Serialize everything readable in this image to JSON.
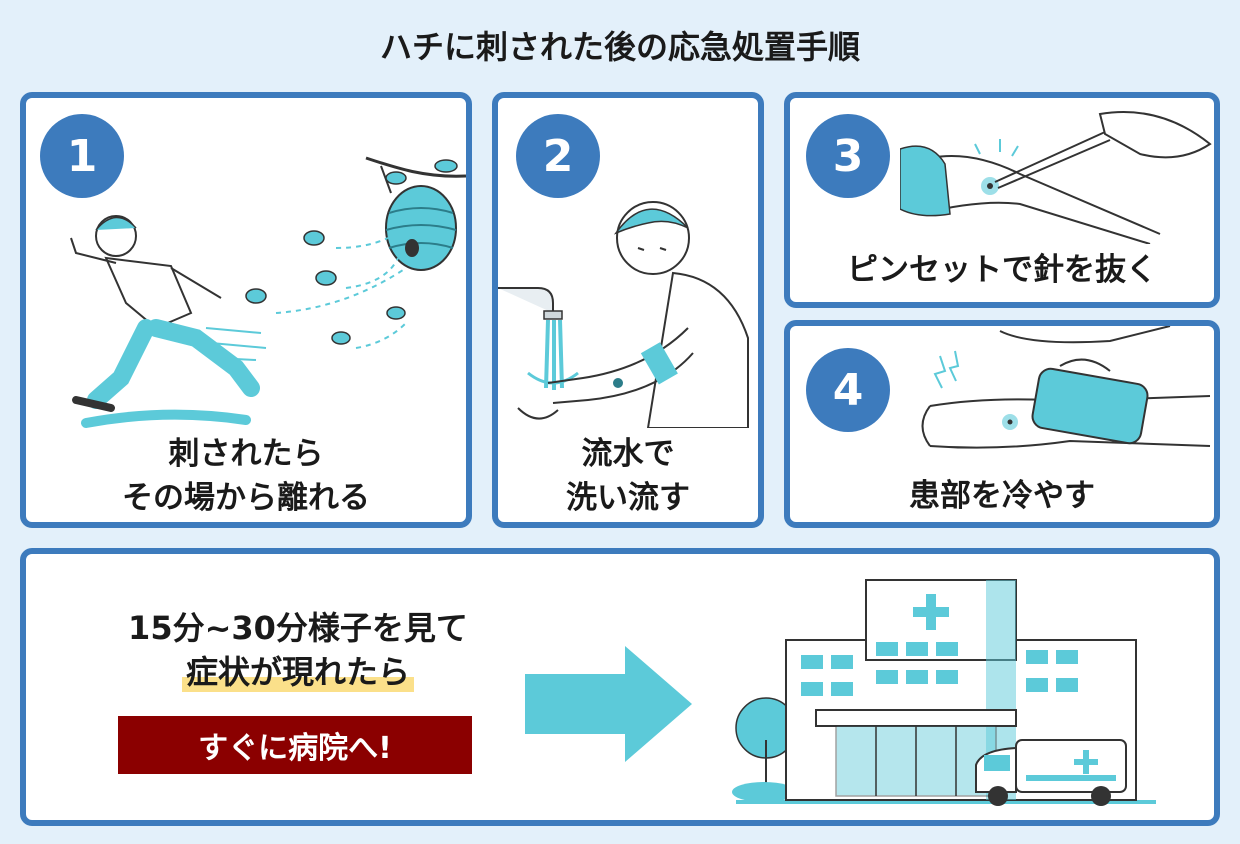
{
  "title": "ハチに刺された後の応急処置手順",
  "steps": [
    {
      "number": "1",
      "caption_lines": [
        "刺されたら",
        "その場から離れる"
      ]
    },
    {
      "number": "2",
      "caption_lines": [
        "流水で",
        "洗い流す"
      ]
    },
    {
      "number": "3",
      "caption_lines": [
        "ピンセットで針を抜く"
      ]
    },
    {
      "number": "4",
      "caption_lines": [
        "患部を冷やす"
      ]
    }
  ],
  "advice": {
    "line1": "15分~30分様子を見て",
    "line2": "症状が現れたら",
    "urgent": "すぐに病院へ!"
  },
  "colors": {
    "background": "#e3f0fa",
    "card_border": "#3d7bbd",
    "accent": "#5ccad9",
    "urgent": "#8b0000",
    "highlight": "#fbe08a"
  },
  "icons": {
    "step1": "fleeing-man-bees-icon",
    "step2": "washing-arm-tap-icon",
    "step3": "tweezers-stinger-icon",
    "step4": "cold-pack-icon",
    "arrow": "right-arrow-icon",
    "hospital": "hospital-ambulance-icon"
  }
}
